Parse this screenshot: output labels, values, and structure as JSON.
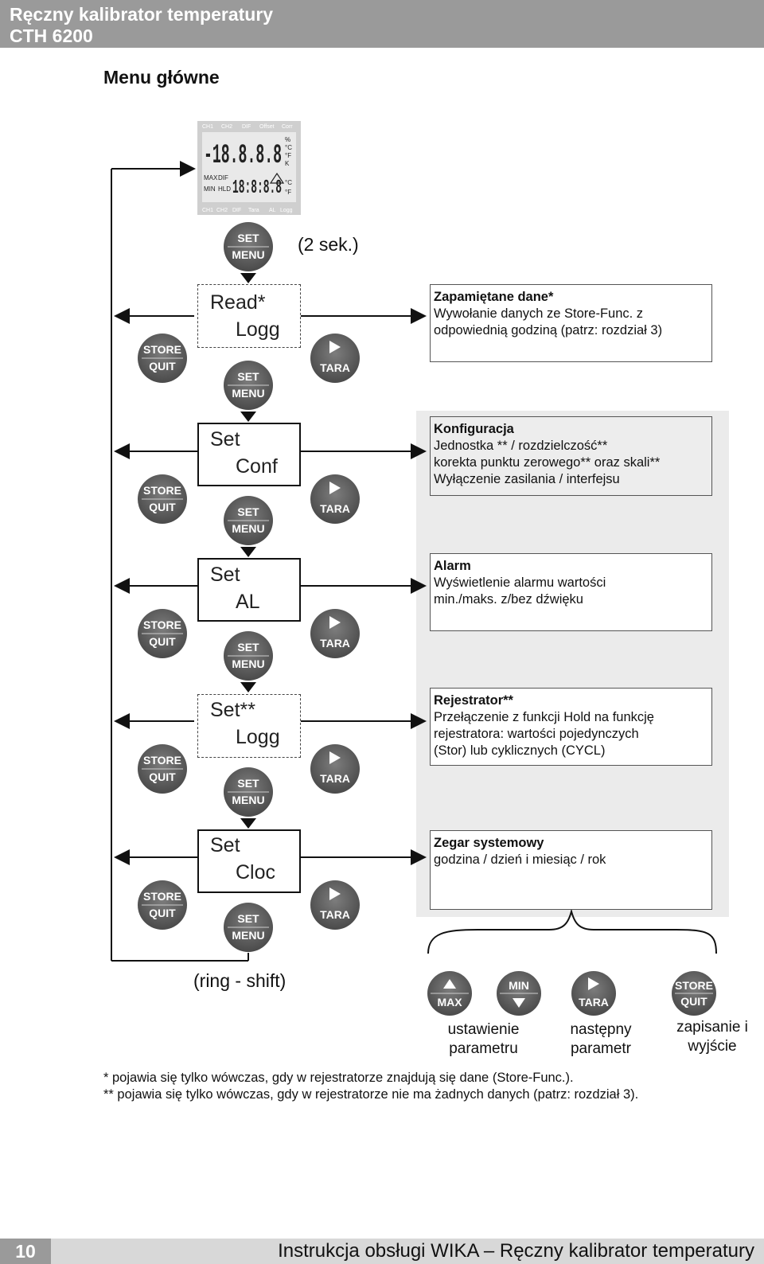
{
  "header": {
    "title_line1": "Ręczny kalibrator temperatury",
    "title_line2": "CTH 6200"
  },
  "section_title": "Menu główne",
  "lcd": {
    "top_labels": [
      "CH1",
      "CH2",
      "DIF",
      "Offset",
      "Corr"
    ],
    "main_digits": "-18.8.8.8",
    "units": [
      "%",
      "°C",
      "°F",
      "K"
    ],
    "sub_labels": [
      "MAX",
      "DIF",
      "MIN",
      "HLD"
    ],
    "sub_digits": "18:8:8.8",
    "sub_units": [
      "°C",
      "°F"
    ],
    "bottom_labels": [
      "CH1",
      "CH2",
      "DIF",
      "Tara",
      "AL",
      "Logg"
    ]
  },
  "buttons": {
    "set": "SET",
    "menu": "MENU",
    "store": "STORE",
    "quit": "QUIT",
    "tara": "TARA",
    "max": "MAX",
    "min": "MIN"
  },
  "hold_caption": "(2 sek.)",
  "menu_items": [
    {
      "line1": "Read*",
      "line2": "Logg"
    },
    {
      "line1": "Set",
      "line2": "Conf"
    },
    {
      "line1": "Set",
      "line2": "AL"
    },
    {
      "line1": "Set**",
      "line2": "Logg"
    },
    {
      "line1": "Set",
      "line2": "Cloc"
    }
  ],
  "descriptions": [
    {
      "title": "Zapamiętane dane*",
      "lines": [
        "Wywołanie danych ze Store-Func. z",
        "odpowiednią godziną (patrz: rozdział 3)"
      ]
    },
    {
      "title": "Konfiguracja",
      "lines": [
        "Jednostka  ** / rozdzielczość**",
        "korekta punktu zerowego** oraz skali**",
        "Wyłączenie zasilania / interfejsu"
      ]
    },
    {
      "title": "Alarm",
      "lines": [
        "Wyświetlenie alarmu wartości",
        "min./maks. z/bez dźwięku"
      ]
    },
    {
      "title": "Rejestrator**",
      "lines": [
        "Przełączenie z funkcji Hold na funkcję",
        "rejestratora: wartości pojedynczych",
        "(Stor) lub cyklicznych (CYCL)"
      ]
    },
    {
      "title": "Zegar systemowy",
      "lines": [
        "godzina / dzień i miesiąc / rok"
      ]
    }
  ],
  "ring_caption": "(ring - shift)",
  "legend": [
    {
      "line1": "ustawienie",
      "line2": "parametru"
    },
    {
      "line1": "następny",
      "line2": "parametr"
    },
    {
      "line1": "zapisanie i",
      "line2": "wyjście"
    }
  ],
  "footnotes": [
    "* pojawia się tylko wówczas, gdy w rejestratorze znajdują się dane (Store-Func.).",
    "** pojawia się tylko wówczas, gdy w rejestratorze nie ma żadnych danych (patrz: rozdział 3)."
  ],
  "footer": {
    "page_number": "10",
    "text": "Instrukcja obsługi WIKA – Ręczny kalibrator temperatury"
  }
}
